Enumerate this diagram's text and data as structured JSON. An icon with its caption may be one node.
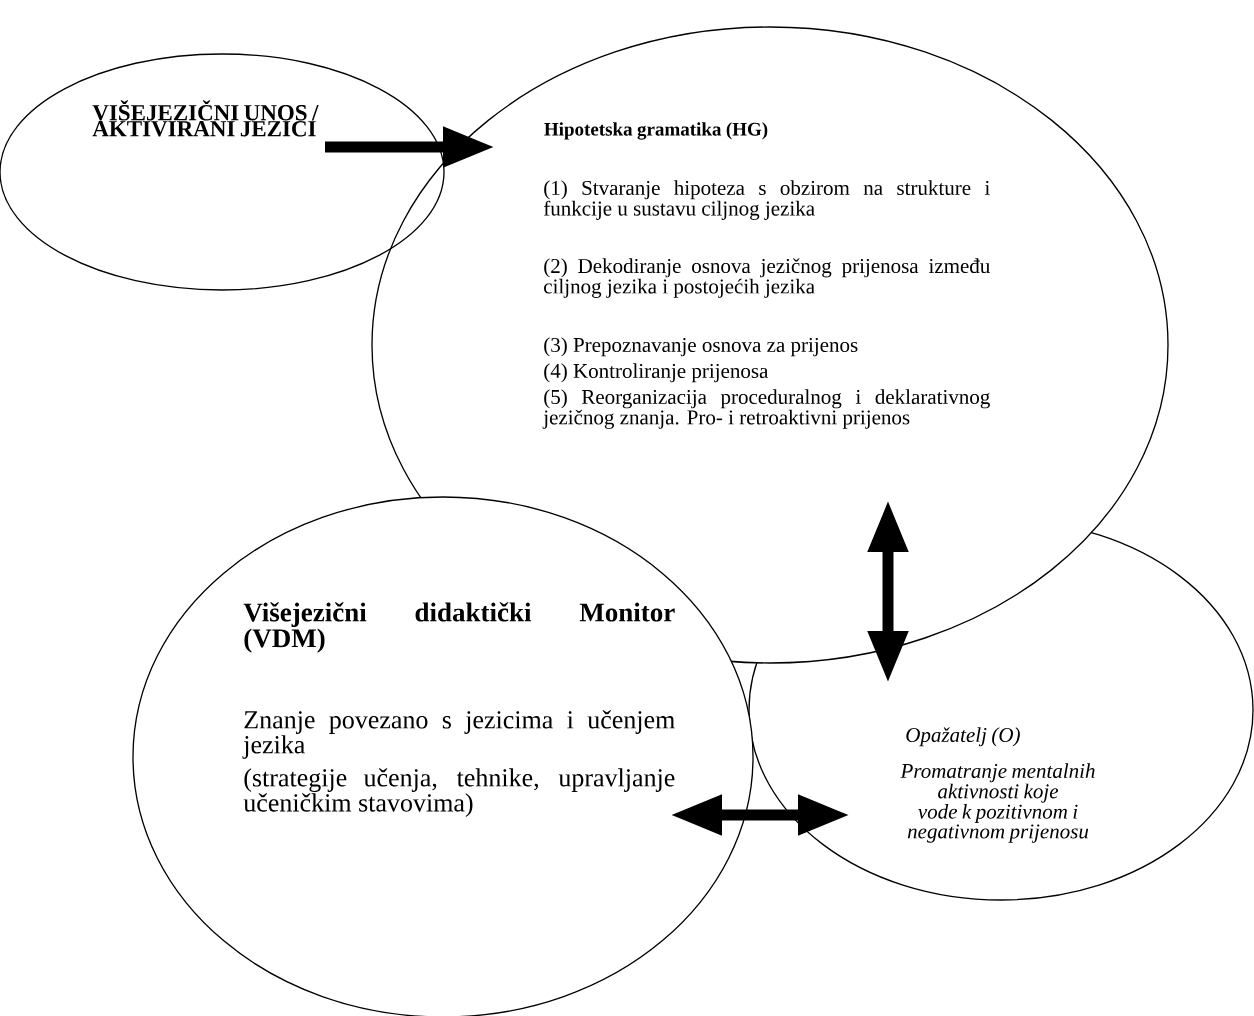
{
  "diagram": {
    "nodes": [
      {
        "text": [
          "VIŠEJEZIČNI UNOS / AKTIVIRANI JEZICI"
        ]
      },
      {
        "text": [
          "Hipotetska gramatika (HG)",
          "(1) Stvaranje hipoteza s obzirom na strukture i funkcije u sustavu ciljnog jezika",
          "(2) Dekodiranje osnova jezičnog prijenosa između ciljnog jezika i postojećih jezika",
          "(3) Prepoznavanje osnova za prijenos",
          "(4) Kontroliranje prijenosa",
          "(5) Reorganizacija proceduralnog i deklarativnog jezičnog znanja. Pro- i retroaktivni prijenos"
        ]
      },
      {
        "text": [
          "Višejezični didaktički Monitor (VDM)",
          "Znanje povezano s jezicima i učenjem jezika",
          "(strategije učenja, tehnike, upravljanje učeničkim stavovima)"
        ]
      },
      {
        "text": [
          "Opažatelj (O)",
          "Promatranje mentalnih aktivnosti koje vode k pozitivnom i negativnom prijenosu"
        ]
      }
    ],
    "edges": [
      {
        "from": 0,
        "to": 1,
        "arrow": "to"
      },
      {
        "from": 1,
        "to": 3,
        "arrow": "both"
      },
      {
        "from": 2,
        "to": 3,
        "arrow": "both"
      }
    ]
  }
}
